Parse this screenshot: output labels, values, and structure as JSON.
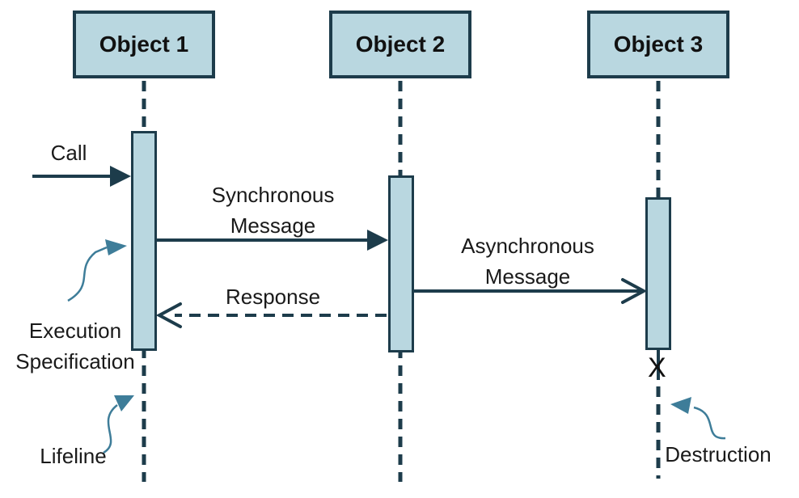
{
  "diagram": {
    "objects": [
      {
        "label": "Object 1"
      },
      {
        "label": "Object 2"
      },
      {
        "label": "Object 3"
      }
    ],
    "messages": {
      "call": "Call",
      "synchronous_line1": "Synchronous",
      "synchronous_line2": "Message",
      "asynchronous_line1": "Asynchronous",
      "asynchronous_line2": "Message",
      "response": "Response"
    },
    "annotations": {
      "execution_line1": "Execution",
      "execution_line2": "Specification",
      "lifeline": "Lifeline",
      "destruction": "Destruction"
    },
    "destruction_marker": "X",
    "colors": {
      "box_fill": "#b9d7e0",
      "outline": "#1d3c4b",
      "annotation_arrow": "#3e7d99",
      "text": "#1a1a1a"
    }
  }
}
